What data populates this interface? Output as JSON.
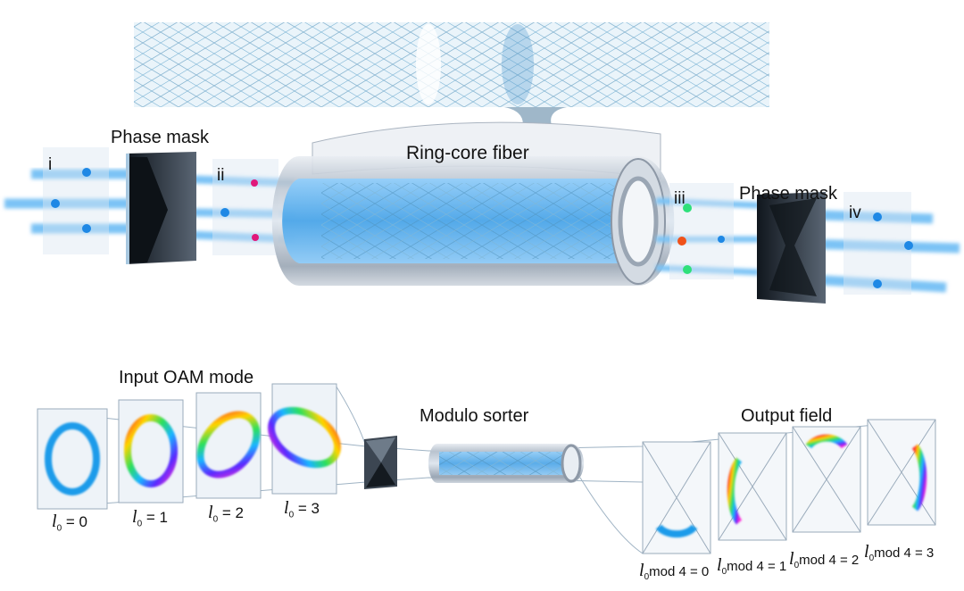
{
  "top": {
    "phase_mask_left": "Phase mask",
    "phase_mask_right": "Phase mask",
    "fiber_label": "Ring-core fiber",
    "planes": [
      "i",
      "ii",
      "iii",
      "iv"
    ]
  },
  "bottom": {
    "input_label": "Input OAM mode",
    "sorter_label": "Modulo sorter",
    "output_label": "Output field",
    "input_modes": [
      {
        "sym": "l",
        "sub": "0",
        "rest": " = 0"
      },
      {
        "sym": "l",
        "sub": "0",
        "rest": " = 1"
      },
      {
        "sym": "l",
        "sub": "0",
        "rest": " = 2"
      },
      {
        "sym": "l",
        "sub": "0",
        "rest": " = 3"
      }
    ],
    "output_modes": [
      {
        "sym": "l",
        "sub": "0",
        "rest": "mod 4 = 0"
      },
      {
        "sym": "l",
        "sub": "0",
        "rest": "mod 4 = 1"
      },
      {
        "sym": "l",
        "sub": "0",
        "rest": "mod 4 = 2"
      },
      {
        "sym": "l",
        "sub": "0",
        "rest": "mod 4 = 3"
      }
    ]
  },
  "colors": {
    "beam": "#5ab4f0",
    "spot": "#1e88e5",
    "magenta": "#e0187a",
    "green": "#2ee07a",
    "orange": "#f0521a",
    "mask": "#2b3440"
  }
}
